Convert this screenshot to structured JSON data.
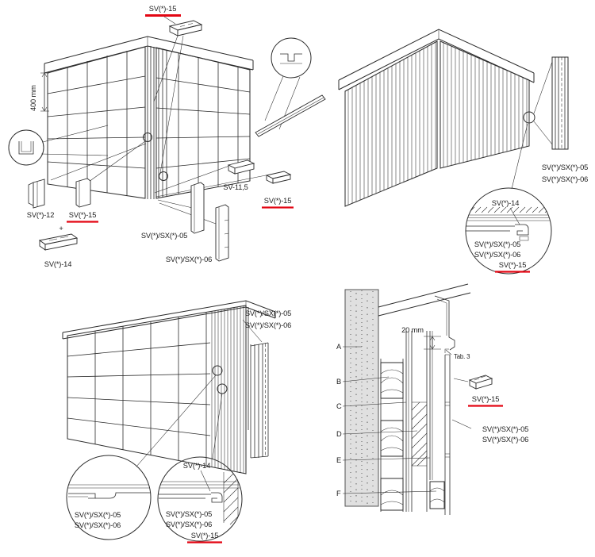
{
  "labels": {
    "sv15": "SV(*)-15",
    "sv14": "SV(*)-14",
    "sv12": "SV(*)-12",
    "sv11_5": "SV-11,5",
    "svsx05": "SV(*)/SX(*)-05",
    "svsx06": "SV(*)/SX(*)-06",
    "plus": "+",
    "dim_400": "400 mm",
    "dim_20": "20 mm",
    "tab3": "Tab. 3"
  },
  "layers": {
    "a": "A",
    "b": "B",
    "c": "C",
    "d": "D",
    "e": "E",
    "f": "F"
  },
  "colors": {
    "accent_red": "#e30613",
    "line": "#2b2b2b",
    "background": "#ffffff"
  }
}
